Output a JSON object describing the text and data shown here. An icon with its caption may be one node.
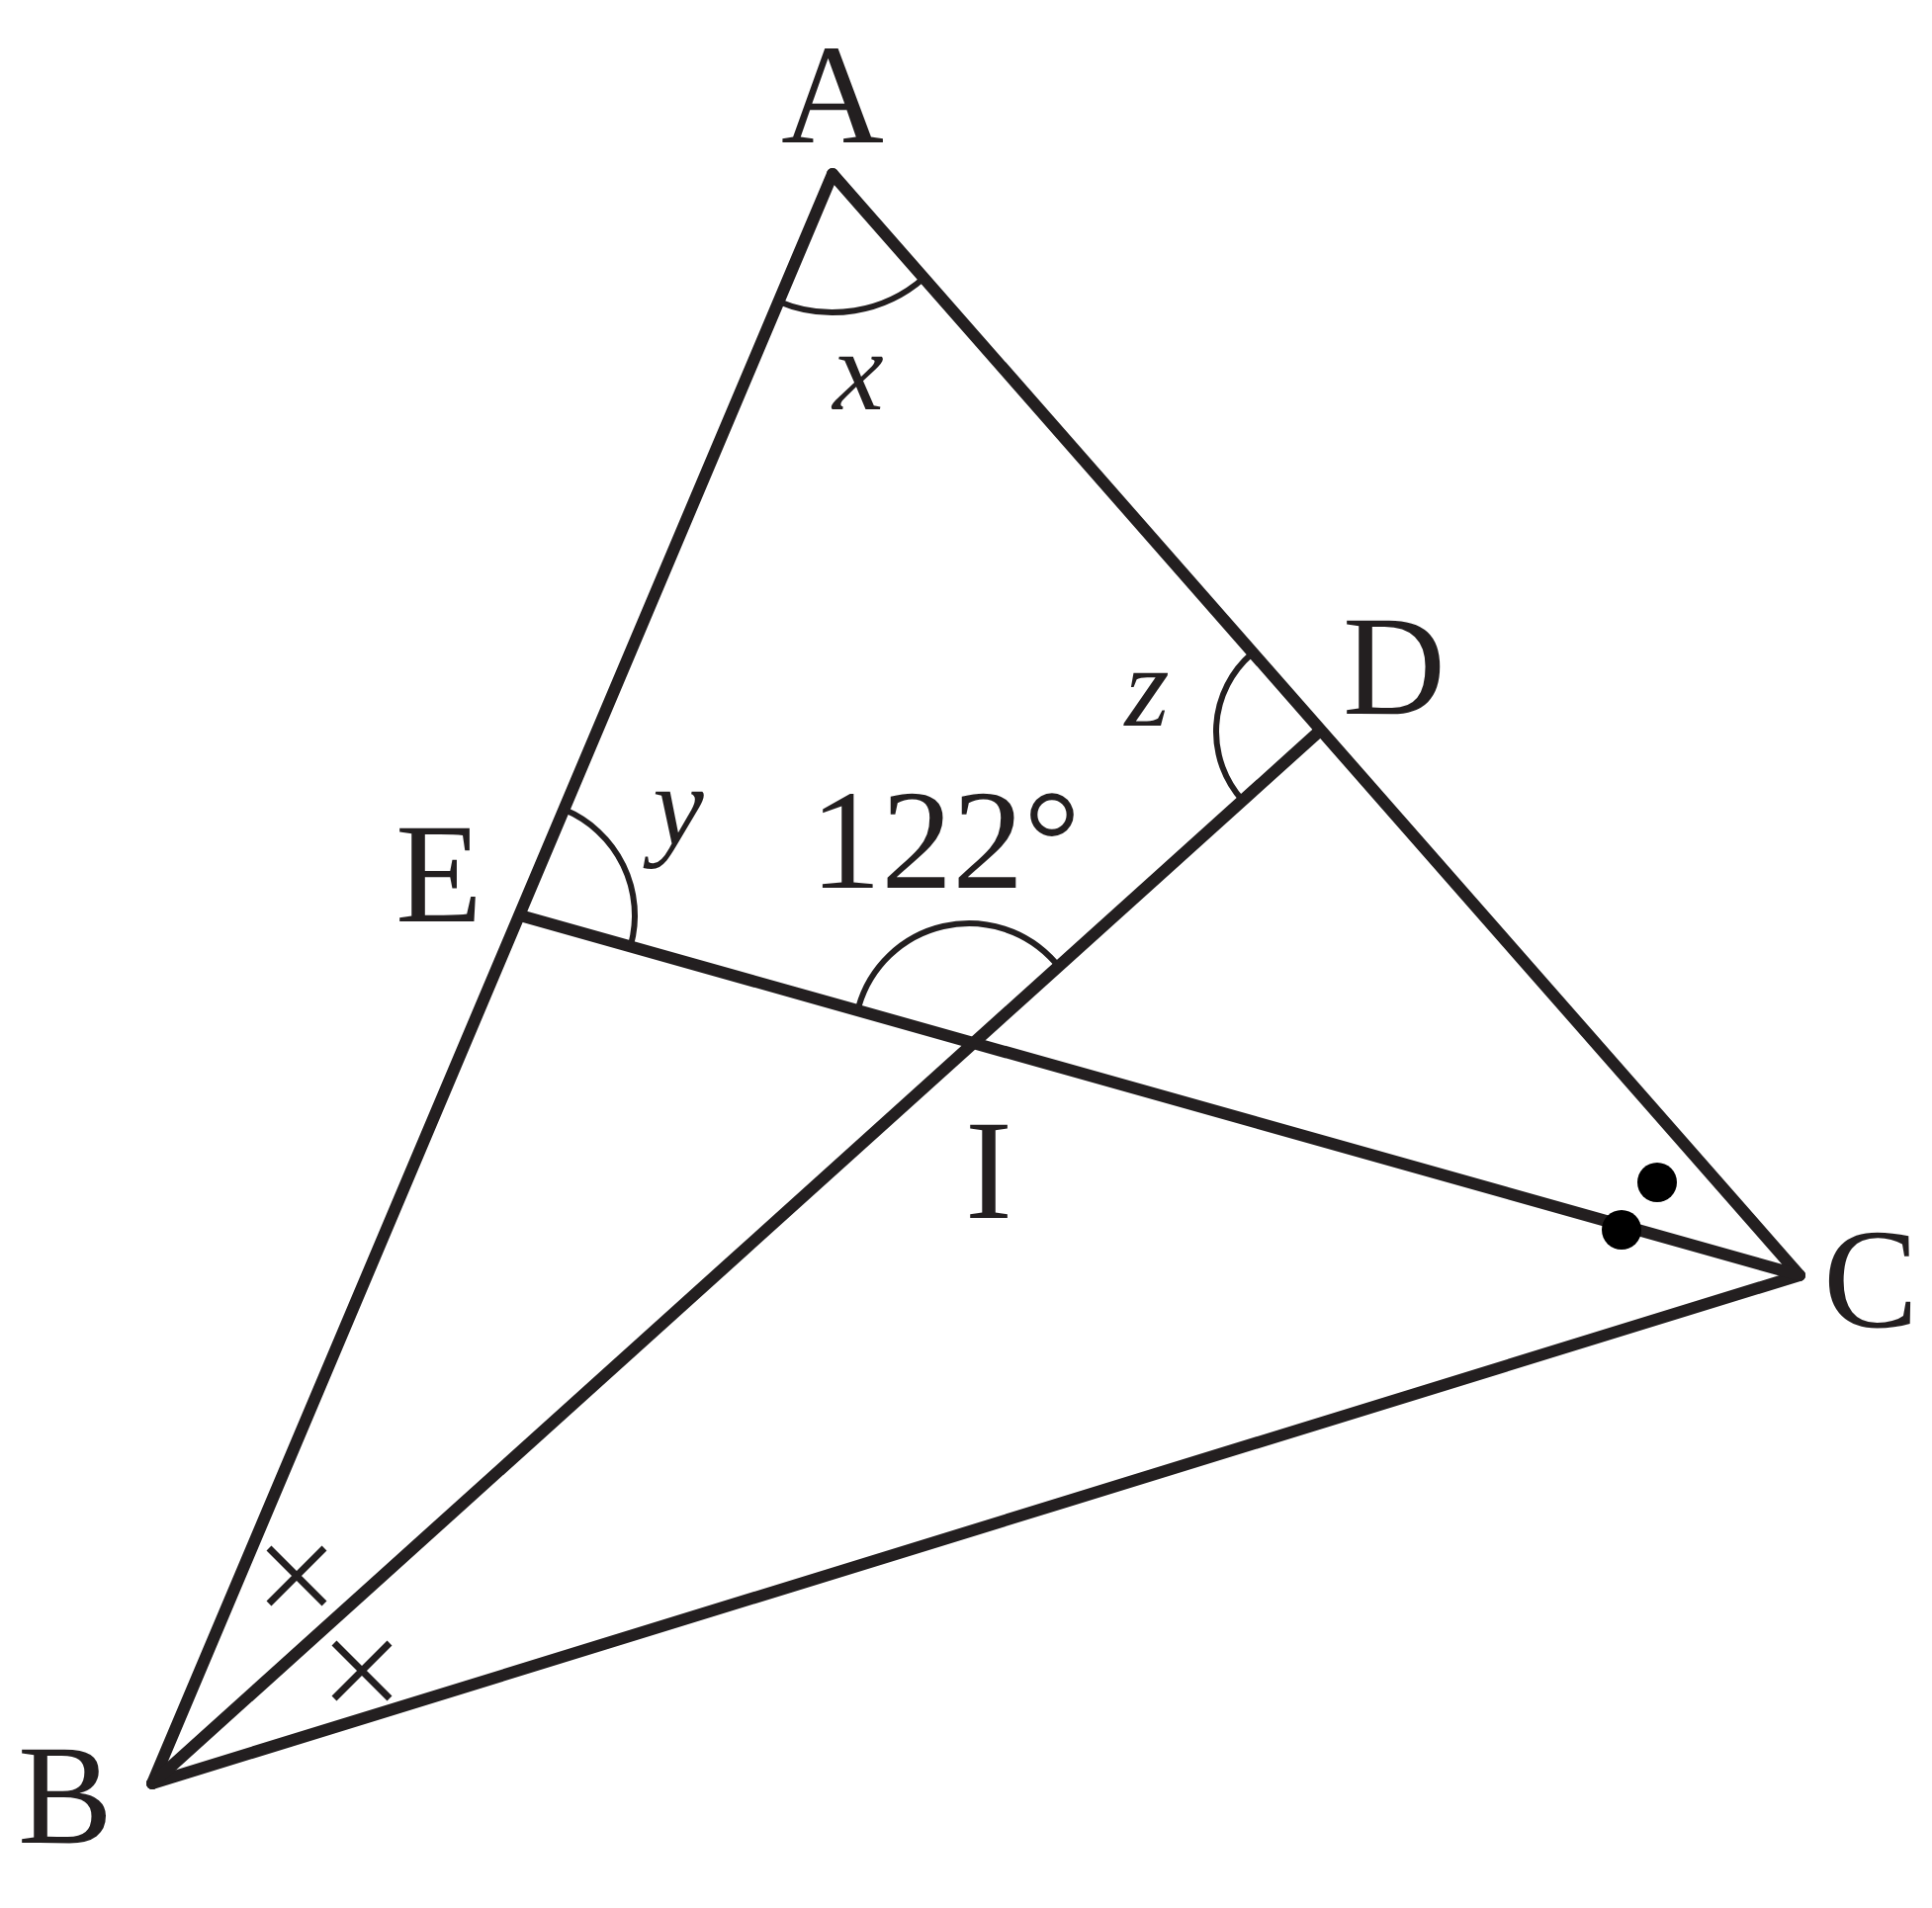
{
  "diagram": {
    "labels": [
      "A",
      "x",
      "z",
      "D",
      "E",
      "y",
      "122°",
      "I",
      "C",
      "B"
    ]
  }
}
